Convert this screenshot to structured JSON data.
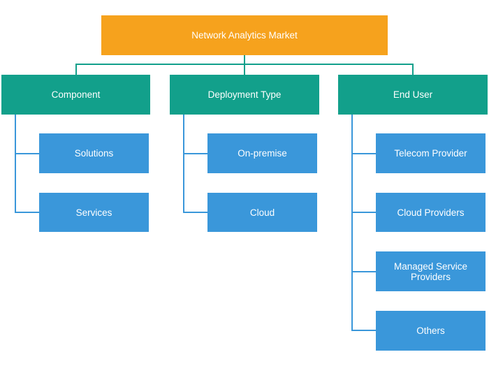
{
  "diagram": {
    "root": {
      "label": "Network Analytics Market"
    },
    "categories": [
      {
        "label": "Component",
        "items": [
          "Solutions",
          "Services"
        ]
      },
      {
        "label": "Deployment Type",
        "items": [
          "On-premise",
          "Cloud"
        ]
      },
      {
        "label": "End User",
        "items": [
          "Telecom Provider",
          "Cloud Providers",
          "Managed Service Providers",
          "Others"
        ]
      }
    ]
  },
  "colors": {
    "root": "#f6a21d",
    "category": "#12a08b",
    "leaf": "#3a97da"
  }
}
